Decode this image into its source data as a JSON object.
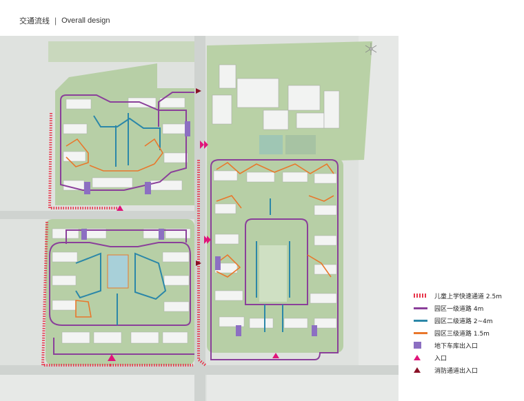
{
  "header": {
    "title_zh": "交通流线",
    "separator": "|",
    "title_en": "Overall design"
  },
  "legend": [
    {
      "key": "child_route",
      "label": "儿童上学快速通道 2.5m",
      "color": "#e8344a",
      "style": "dashed"
    },
    {
      "key": "primary_road",
      "label": "园区一级道路 4m",
      "color": "#8a3f9a",
      "style": "line"
    },
    {
      "key": "secondary_road",
      "label": "园区二级道路 2~4m",
      "color": "#2b87a8",
      "style": "line"
    },
    {
      "key": "tertiary_road",
      "label": "园区三级道路 1.5m",
      "color": "#e9772b",
      "style": "line"
    },
    {
      "key": "garage_entry",
      "label": "地下车库出入口",
      "color": "#8c6fc2",
      "style": "rect"
    },
    {
      "key": "entrance",
      "label": "入口",
      "color": "#e0157a",
      "style": "triangle"
    },
    {
      "key": "fire_access",
      "label": "消防通道出入口",
      "color": "#8a1126",
      "style": "triangle"
    }
  ],
  "colors": {
    "ground": "#dfe2df",
    "green": "#b7cfa6",
    "building": "#f3f4f3",
    "road": "#cfd3d0"
  }
}
